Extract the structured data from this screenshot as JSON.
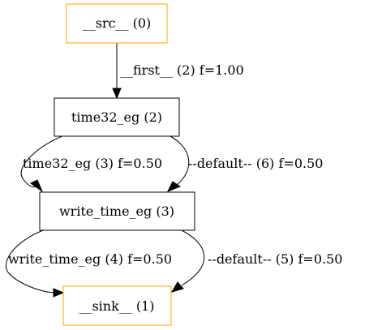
{
  "colors": {
    "terminal_border": "#ffa500",
    "node_border": "#000000",
    "edge": "#000000"
  },
  "nodes": [
    {
      "id": "src",
      "label": "__src__ (0)",
      "kind": "terminal"
    },
    {
      "id": "time32",
      "label": "time32_eg (2)",
      "kind": "normal"
    },
    {
      "id": "write",
      "label": "write_time_eg (3)",
      "kind": "normal"
    },
    {
      "id": "sink",
      "label": "__sink__ (1)",
      "kind": "terminal"
    }
  ],
  "edges": [
    {
      "id": "e1",
      "from": "src",
      "to": "time32",
      "label": "__first__ (2) f=1.00"
    },
    {
      "id": "e2",
      "from": "time32",
      "to": "write",
      "label": "time32_eg (3) f=0.50"
    },
    {
      "id": "e3",
      "from": "time32",
      "to": "write",
      "label": "--default-- (6) f=0.50"
    },
    {
      "id": "e4",
      "from": "write",
      "to": "sink",
      "label": "write_time_eg (4) f=0.50"
    },
    {
      "id": "e5",
      "from": "write",
      "to": "sink",
      "label": "--default-- (5) f=0.50"
    }
  ]
}
